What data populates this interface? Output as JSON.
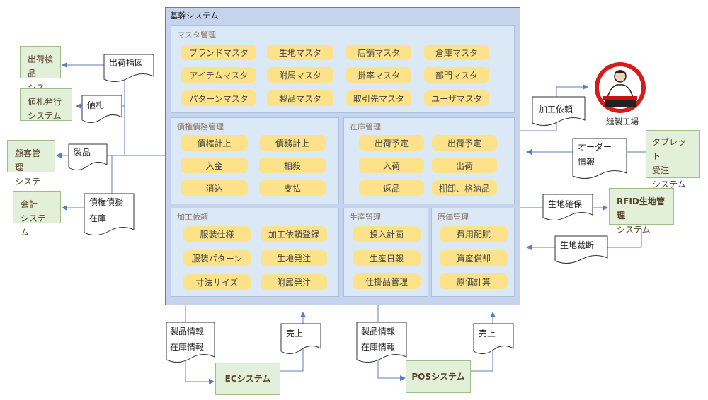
{
  "main_title": "基幹システム",
  "master": {
    "title": "マスタ管理",
    "items": [
      "ブランドマスタ",
      "生地マスタ",
      "店舗マスタ",
      "倉庫マスタ",
      "アイテムマスタ",
      "附属マスタ",
      "掛率マスタ",
      "部門マスタ",
      "パターンマスタ",
      "製品マスタ",
      "取引先マスタ",
      "ユーザマスタ"
    ]
  },
  "debt": {
    "title": "債権債務管理",
    "items": [
      "債権計上",
      "債務計上",
      "入金",
      "相殺",
      "消込",
      "支払"
    ]
  },
  "stock": {
    "title": "在庫管理",
    "items": [
      "出荷予定",
      "出荷予定",
      "入荷",
      "出荷",
      "返品",
      "棚卸、格納品"
    ]
  },
  "process": {
    "title": "加工依頼",
    "items": [
      "服装仕様",
      "加工依頼登録",
      "服装パターン",
      "生地発注",
      "寸法サイズ",
      "附属発注"
    ]
  },
  "production": {
    "title": "生産管理",
    "items": [
      "投入計画",
      "生産日報",
      "仕掛品管理"
    ]
  },
  "cost": {
    "title": "原価管理",
    "items": [
      "費用配賦",
      "資産償却",
      "原価計算"
    ]
  },
  "left_systems": [
    {
      "line1": "出荷検品",
      "line2": "システム"
    },
    {
      "line1": "値札発行",
      "line2": "システム"
    },
    {
      "line1": "顧客管理",
      "line2": "システム"
    },
    {
      "line1": "会計",
      "line2": "システム"
    }
  ],
  "left_docs": [
    {
      "line1": "出荷指図"
    },
    {
      "line1": "値札"
    },
    {
      "line1": "製品"
    },
    {
      "line1": "債権債務",
      "line2": "在庫"
    }
  ],
  "right_systems": {
    "tablet": {
      "line1": "タブレット",
      "line2": "受注",
      "line3": "システム"
    },
    "rfid": {
      "line1": "RFID生地管理",
      "line2": "システム"
    }
  },
  "right_docs": [
    {
      "line1": "加工依頼"
    },
    {
      "line1": "オーダー",
      "line2": "情報"
    },
    {
      "line1": "生地確保"
    },
    {
      "line1": "生地裁断"
    }
  ],
  "factory_label": "縫製工場",
  "bottom_docs": [
    {
      "line1": "製品情報",
      "line2": "在庫情報"
    },
    {
      "line1": "売上"
    },
    {
      "line1": "製品情報",
      "line2": "在庫情報"
    },
    {
      "line1": "売上"
    }
  ],
  "bottom_systems": {
    "ec": "ECシステム",
    "pos": "POSシステム"
  },
  "colors": {
    "accent_blue": "#5b7fb8",
    "pill": "#fde28a",
    "green_box": "#e2efd9"
  }
}
